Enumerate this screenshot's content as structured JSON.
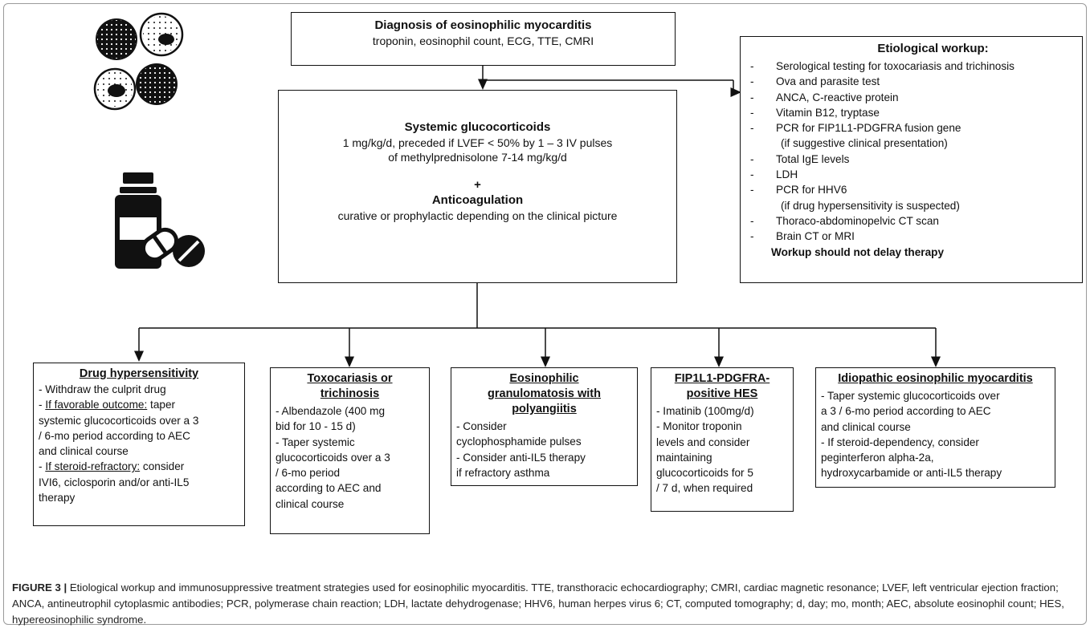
{
  "diagnosis": {
    "title": "Diagnosis of eosinophilic myocarditis",
    "subtitle": "troponin, eosinophil count, ECG, TTE, CMRI"
  },
  "treatment": {
    "gc_title": "Systemic glucocorticoids",
    "gc_line1": "1 mg/kg/d, preceded if LVEF < 50% by 1 – 3 IV pulses",
    "gc_line2": "of methylprednisolone 7-14  mg/kg/d",
    "plus": "+",
    "ac_title": "Anticoagulation",
    "ac_line": "curative or prophylactic depending on the clinical picture"
  },
  "workup": {
    "title": "Etiological workup:",
    "items": [
      "Serological testing for toxocariasis and trichinosis",
      "Ova and parasite test",
      "ANCA, C-reactive protein",
      "Vitamin B12, tryptase",
      "PCR for FIP1L1-PDGFRA fusion gene",
      "(if suggestive clinical presentation)",
      "Total IgE levels",
      "LDH",
      "PCR for HHV6",
      "(if drug hypersensitivity is suspected)",
      "Thoraco-abdominopelvic CT scan",
      "Brain CT or MRI"
    ],
    "note": "Workup should not delay therapy"
  },
  "strategies": {
    "drug": {
      "title": "Drug hypersensitivity",
      "l1": "- Withdraw the culprit drug",
      "l2_prefix": "- ",
      "l2_u": "If favorable outcome:",
      "l2_rest": " taper",
      "l3": "systemic glucocorticoids over a 3",
      "l4": "/ 6-mo period according to AEC",
      "l5": "and clinical course",
      "l6_prefix": "- ",
      "l6_u": "If steroid-refractory:",
      "l6_rest": " consider",
      "l7": "IVI6, ciclosporin and/or anti-IL5",
      "l8": "therapy"
    },
    "toxo": {
      "title1": "Toxocariasis or",
      "title2": "trichinosis",
      "lines": [
        "- Albendazole (400 mg",
        "bid for 10 - 15 d)",
        "- Taper systemic",
        "glucocorticoids over a 3",
        "/ 6-mo period",
        "according to AEC and",
        "clinical course"
      ]
    },
    "egpa": {
      "title1": "Eosinophilic",
      "title2": "granulomatosis with",
      "title3": "polyangiitis",
      "lines": [
        "- Consider",
        "cyclophosphamide pulses",
        "- Consider anti-IL5 therapy",
        "if refractory asthma"
      ]
    },
    "fip": {
      "title1": "FIP1L1-PDGFRA-",
      "title2": "positive HES",
      "lines": [
        "- Imatinib (100mg/d)",
        "- Monitor troponin",
        "levels and consider",
        "maintaining",
        "glucocorticoids for 5",
        "/ 7 d, when required"
      ]
    },
    "idio": {
      "title": "Idiopathic eosinophilic myocarditis",
      "lines": [
        "- Taper systemic glucocorticoids over",
        "a 3 / 6-mo period according to AEC",
        "and clinical course",
        "- If steroid-dependency, consider",
        "peginterferon alpha-2a,",
        "hydroxycarbamide or anti-IL5 therapy"
      ]
    }
  },
  "caption": {
    "label": "FIGURE 3 |",
    "text": " Etiological workup and immunosuppressive treatment strategies used for eosinophilic myocarditis. TTE, transthoracic echocardiography; CMRI, cardiac magnetic resonance; LVEF, left ventricular ejection fraction; ANCA, antineutrophil cytoplasmic antibodies; PCR, polymerase chain reaction; LDH, lactate dehydrogenase; HHV6, human herpes virus 6; CT, computed tomography; d, day; mo, month; AEC, absolute eosinophil count; HES, hypereosinophilic syndrome."
  },
  "colors": {
    "ink": "#111111",
    "frame": "#9a9a9a"
  },
  "icons": [
    "eosinophil-cells-icon",
    "medication-bottle-pills-icon"
  ]
}
